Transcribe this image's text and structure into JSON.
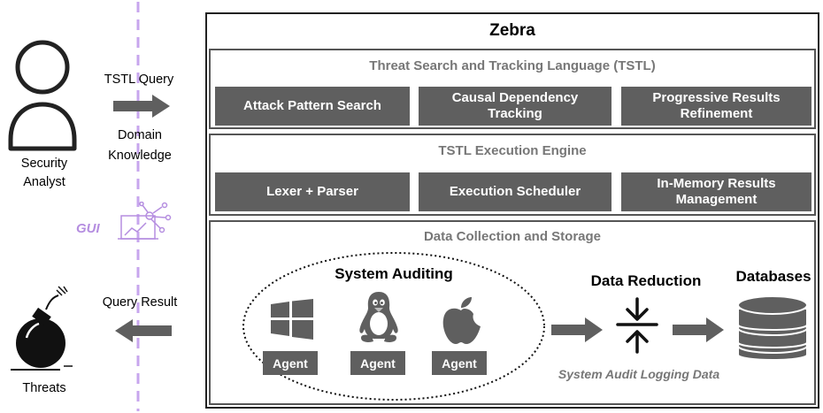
{
  "system_name": "Zebra",
  "left": {
    "analyst_label": "Security\nAnalyst",
    "query_label": "TSTL Query",
    "domain_label": "Domain\nKnowledge",
    "gui_label": "GUI",
    "result_label": "Query Result",
    "threats_label": "Threats"
  },
  "tstl": {
    "title": "Threat Search and Tracking Language (TSTL)",
    "items": [
      "Attack Pattern Search",
      "Causal Dependency\nTracking",
      "Progressive Results\nRefinement"
    ]
  },
  "engine": {
    "title": "TSTL Execution Engine",
    "items": [
      "Lexer + Parser",
      "Execution Scheduler",
      "In-Memory Results\nManagement"
    ]
  },
  "collection": {
    "title": "Data Collection and Storage",
    "auditing_label": "System Auditing",
    "agents": [
      "Agent",
      "Agent",
      "Agent"
    ],
    "reduction_label": "Data Reduction",
    "databases_label": "Databases",
    "audit_data_label": "System Audit Logging Data"
  },
  "colors": {
    "box_fill": "#5f5f5f",
    "title_gray": "#777777",
    "gui_accent": "#b58ee0",
    "divider": "#c7a6ee"
  },
  "icons": [
    "user-icon",
    "right-arrow-icon",
    "left-arrow-icon",
    "gui-network-icon",
    "bomb-icon",
    "windows-icon",
    "linux-tux-icon",
    "apple-icon",
    "data-reduction-icon",
    "database-icon"
  ]
}
